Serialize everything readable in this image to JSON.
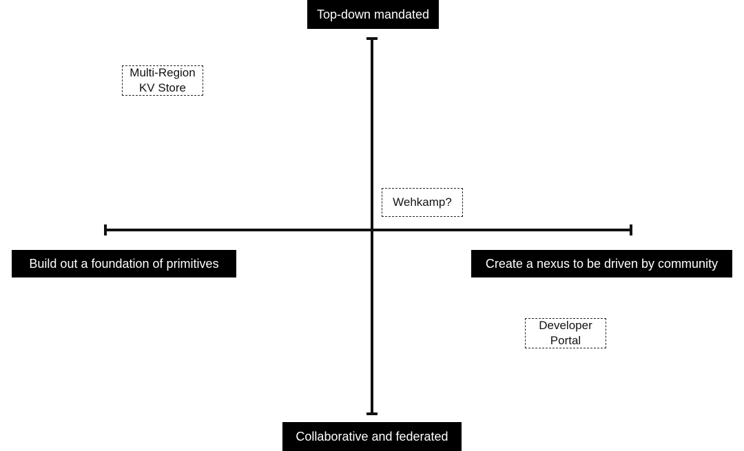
{
  "axes": {
    "top": "Top-down mandated",
    "bottom": "Collaborative and federated",
    "left": "Build out a foundation of primitives",
    "right": "Create a nexus to be driven by community"
  },
  "items": {
    "multi_region": [
      "Multi-Region",
      "KV Store"
    ],
    "wehkamp": "Wehkamp?",
    "developer_portal": [
      "Developer",
      "Portal"
    ]
  },
  "colors": {
    "axis_line": "#111111",
    "label_background": "#000000",
    "label_text": "#ffffff",
    "box_border": "#222222"
  }
}
